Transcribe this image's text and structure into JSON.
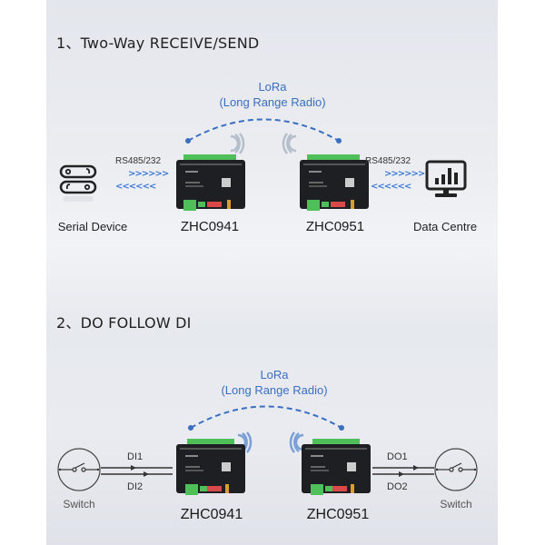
{
  "colors": {
    "accent": "#3a6fc0",
    "panel": "#e6e9ee",
    "device_body": "#1e1f22",
    "terminal_green": "#4fbf5a",
    "terminal_red": "#d84a4a"
  },
  "section1": {
    "title": "1、Two-Way  RECEIVE/SEND",
    "lora_line1": "LoRa",
    "lora_line2": "(Long Range Radio)",
    "left_protocol": "RS485/232",
    "right_protocol": "RS485/232",
    "arrows_right": ">>>>>>",
    "arrows_left": "<<<<<<",
    "left_endpoint": {
      "label": "Serial Device",
      "icon": "serial-device-icon"
    },
    "device_a": "ZHC0941",
    "device_b": "ZHC0951",
    "right_endpoint": {
      "label": "Data Centre",
      "icon": "monitor-chart-icon"
    }
  },
  "section2": {
    "title": "2、DO FOLLOW DI",
    "lora_line1": "LoRa",
    "lora_line2": "(Long Range Radio)",
    "left_switch": "Switch",
    "right_switch": "Switch",
    "inputs": [
      "DI1",
      "DI2"
    ],
    "outputs": [
      "DO1",
      "DO2"
    ],
    "device_a": "ZHC0941",
    "device_b": "ZHC0951"
  }
}
